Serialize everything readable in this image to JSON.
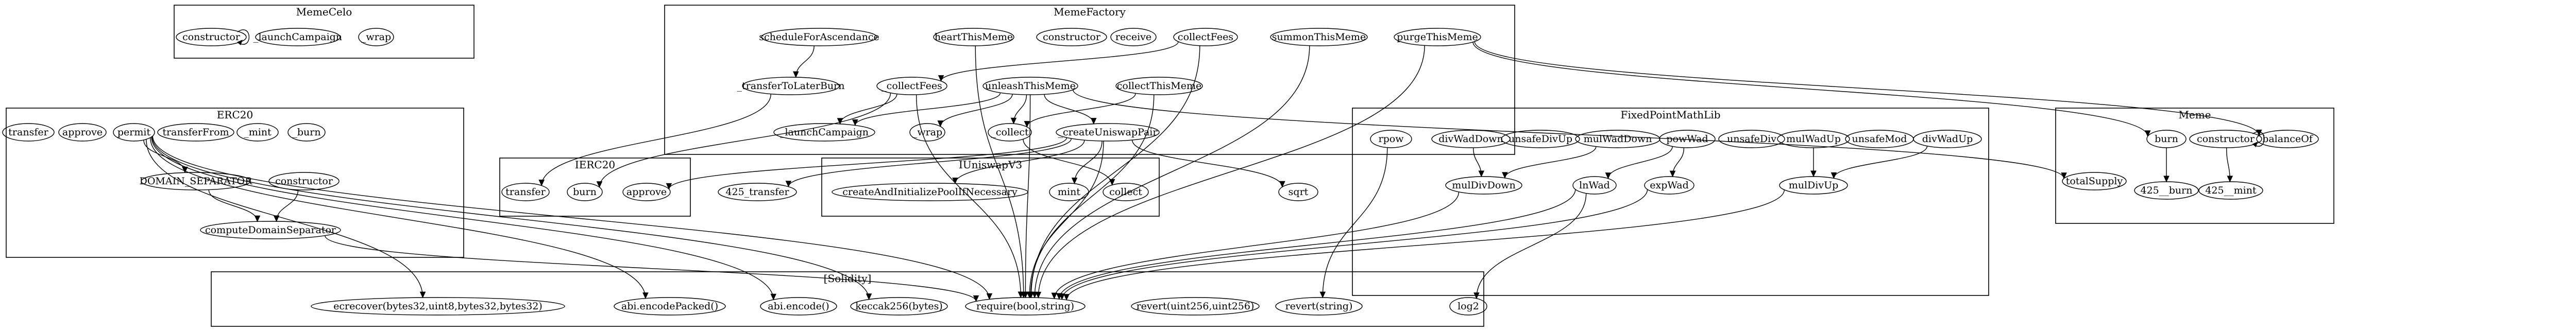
{
  "clusters": {
    "MemeCelo": "MemeCelo",
    "MemeFactory": "MemeFactory",
    "ERC20": "ERC20",
    "IERC20": "IERC20",
    "IUniswapV3": "IUniswapV3",
    "FixedPointMathLib": "FixedPointMathLib",
    "Meme": "Meme",
    "Solidity": "[Solidity]"
  },
  "nodes": {
    "mc_constructor": "constructor",
    "mc_launchCampaign": "_launchCampaign",
    "mc_wrap": "_wrap",
    "mf_scheduleForAscendance": "scheduleForAscendance",
    "mf_heartThisMeme": "heartThisMeme",
    "mf_constructor": "constructor",
    "mf_receive": "receive",
    "mf_collectFees_pub": "collectFees",
    "mf_summonThisMeme": "summonThisMeme",
    "mf_purgeThisMeme": "purgeThisMeme",
    "mf_transferToLaterBurn": "_transferToLaterBurn",
    "mf_collectFees": "_collectFees",
    "mf_unleashThisMeme": "unleashThisMeme",
    "mf_collectThisMeme": "collectThisMeme",
    "mf_launchCampaign": "_launchCampaign",
    "mf_wrap": "_wrap",
    "mf_collect": "_collect",
    "mf_createUniswapPair": "_createUniswapPair",
    "erc_transfer": "transfer",
    "erc_approve": "approve",
    "erc_permit": "permit",
    "erc_transferFrom": "transferFrom",
    "erc_mint": "_mint",
    "erc_burn": "_burn",
    "erc_DOMAIN_SEPARATOR": "DOMAIN_SEPARATOR",
    "erc_constructor": "constructor",
    "erc_computeDomainSeparator": "computeDomainSeparator",
    "ierc_transfer": "transfer",
    "ierc_burn": "burn",
    "ierc_approve": "approve",
    "x_425_transfer": "425_transfer",
    "uni_createAndInit": "createAndInitializePoolIfNecessary",
    "uni_mint": "mint",
    "uni_collect": "collect",
    "sqrt": "sqrt",
    "rpow": "rpow",
    "fp_divWadDown": "divWadDown",
    "fp_unsafeDivUp": "unsafeDivUp",
    "fp_mulWadDown": "mulWadDown",
    "fp_powWad": "powWad",
    "fp_unsafeDiv": "unsafeDiv",
    "fp_mulWadUp": "mulWadUp",
    "fp_unsafeMod": "unsafeMod",
    "fp_divWadUp": "divWadUp",
    "fp_mulDivDown": "mulDivDown",
    "fp_lnWad": "lnWad",
    "fp_expWad": "expWad",
    "fp_mulDivUp": "mulDivUp",
    "fp_log2": "log2",
    "totalSupply": "totalSupply",
    "meme_burn": "burn",
    "meme_constructor": "constructor",
    "meme_balanceOf": "balanceOf",
    "meme_425_burn": "425__burn",
    "meme_425_mint": "425__mint",
    "sol_ecrecover": "ecrecover(bytes32,uint8,bytes32,bytes32)",
    "sol_encodePacked": "abi.encodePacked()",
    "sol_encode": "abi.encode()",
    "sol_keccak": "keccak256(bytes)",
    "sol_require": "require(bool,string)",
    "sol_revert2": "revert(uint256,uint256)",
    "sol_revert1": "revert(string)"
  }
}
